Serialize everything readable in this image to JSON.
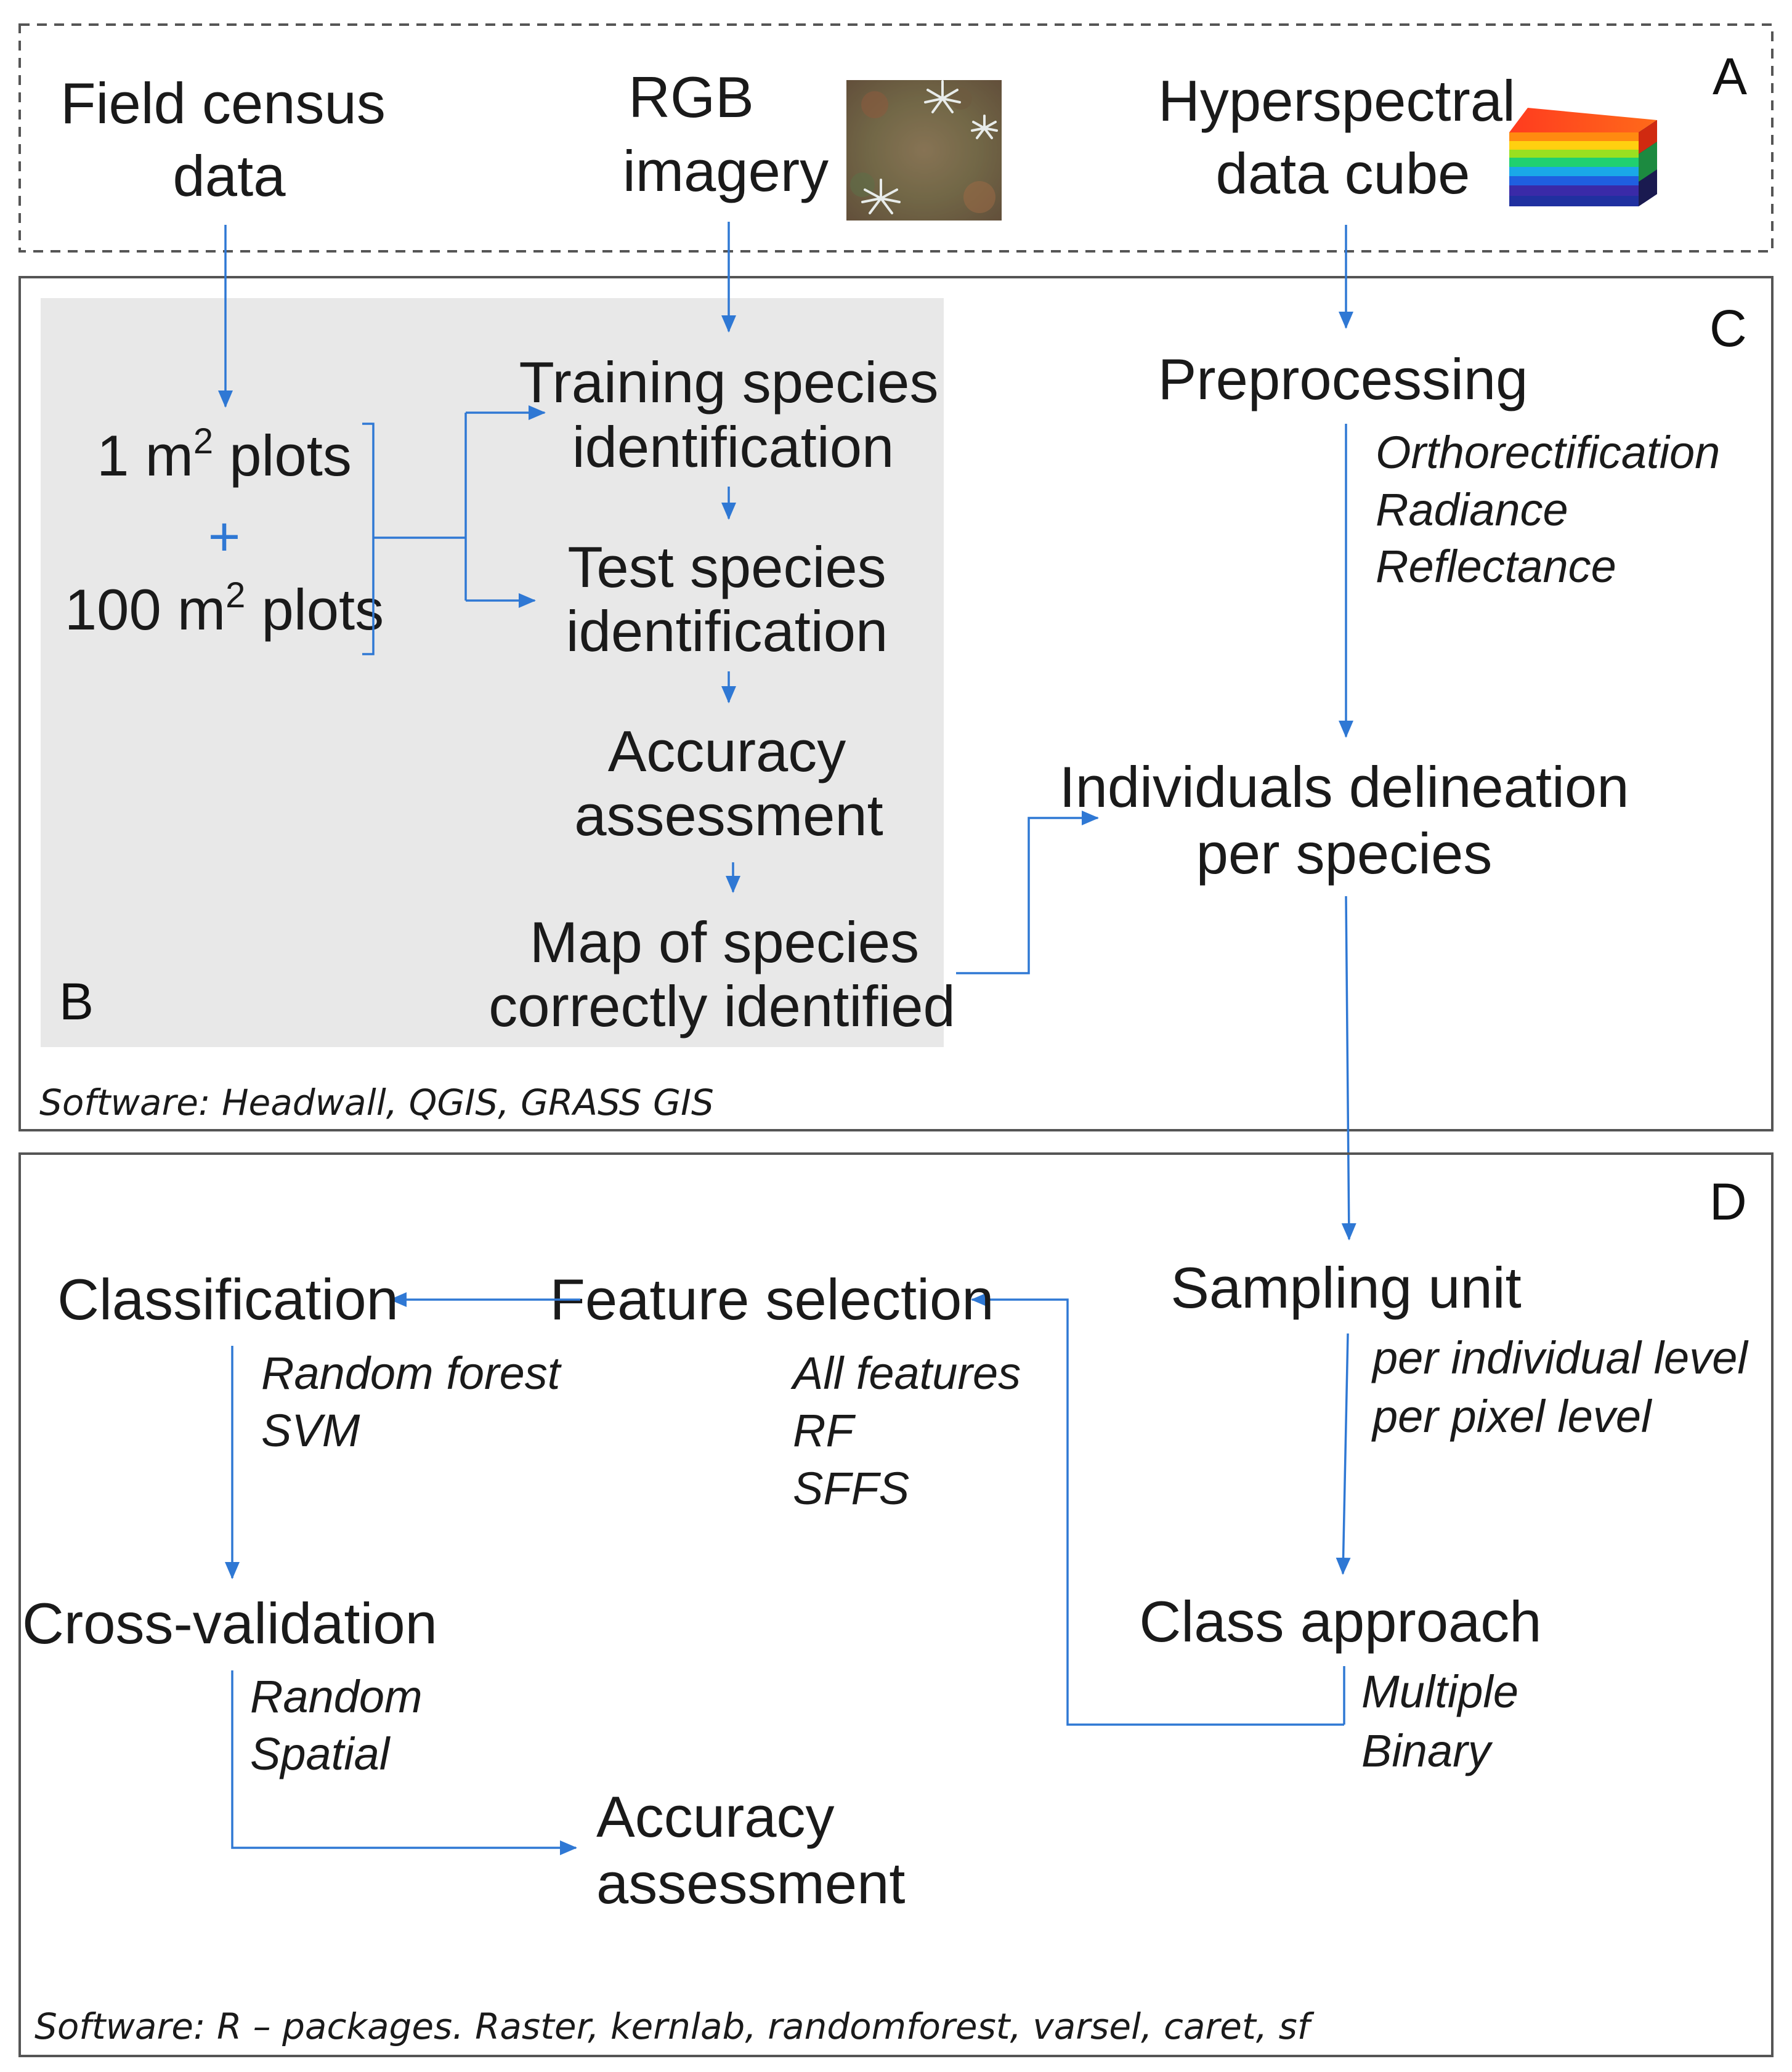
{
  "panels": {
    "a": "A",
    "b": "B",
    "c": "C",
    "d": "D"
  },
  "inputs": {
    "field": [
      "Field census",
      "data"
    ],
    "rgb": [
      "RGB",
      "imagery"
    ],
    "hyper": [
      "Hyperspectral",
      "data cube"
    ]
  },
  "panel_b": {
    "plot1_num": "1 m",
    "plot1_sup": "2",
    "plot1_rest": " plots",
    "plus": "+",
    "plot100_num": "100 m",
    "plot100_sup": "2",
    "plot100_rest": " plots",
    "training": [
      "Training species",
      "identification"
    ],
    "test": [
      "Test species",
      "identification"
    ],
    "accuracy": [
      "Accuracy",
      "assessment"
    ],
    "map": [
      "Map of species",
      "correctly identified"
    ]
  },
  "panel_c": {
    "preprocessing": "Preprocessing",
    "pre_steps": [
      "Orthorectification",
      "Radiance",
      "Reflectance"
    ],
    "delineation": [
      "Individuals delineation",
      "per species"
    ],
    "software": "Software: Headwall, QGIS, GRASS GIS"
  },
  "panel_d": {
    "sampling": "Sampling unit",
    "sampling_opts": [
      "per individual level",
      "per pixel level"
    ],
    "class_approach": "Class approach",
    "class_opts": [
      "Multiple",
      "Binary"
    ],
    "feature_selection": "Feature selection",
    "feature_opts": [
      "All features",
      "RF",
      "SFFS"
    ],
    "classification": "Classification",
    "class_methods": [
      "Random forest",
      "SVM"
    ],
    "cross_validation": "Cross-validation",
    "cv_opts": [
      "Random",
      "Spatial"
    ],
    "accuracy": [
      "Accuracy",
      "assessment"
    ],
    "software": "Software: R – packages. Raster, kernlab, randomforest, varsel, caret, sf"
  },
  "colors": {
    "connector": "#2f78d4",
    "panel_b_bg": "#e8e8e8",
    "border": "#555555"
  },
  "icons": {
    "rgb_thumbnail": "aerial-vegetation-image",
    "hyperspectral_cube": "spectral-cube-icon"
  }
}
